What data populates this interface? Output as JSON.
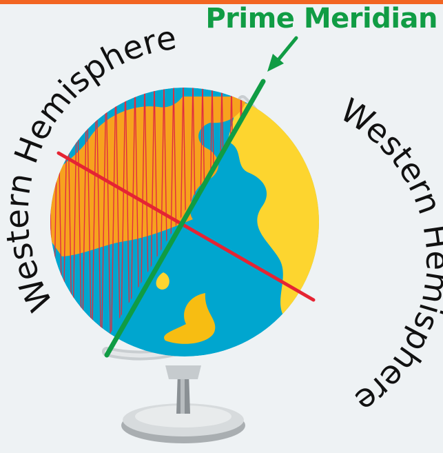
{
  "title": "Prime Meridian",
  "labels": {
    "upper_left": "Western Hemisphere",
    "lower_right": "Western Hemisphere"
  },
  "colors": {
    "top_bar": "#f26522",
    "background": "#eef2f4",
    "ocean": "#00a6cf",
    "land": "#fdd52f",
    "land_dark": "#f7bd12",
    "hatched_region": "#f7a21e",
    "hatch_lines": "#e02d3f",
    "prime_meridian": "#109c44",
    "equator_line": "#e52433",
    "stand": "#d4d8da"
  }
}
